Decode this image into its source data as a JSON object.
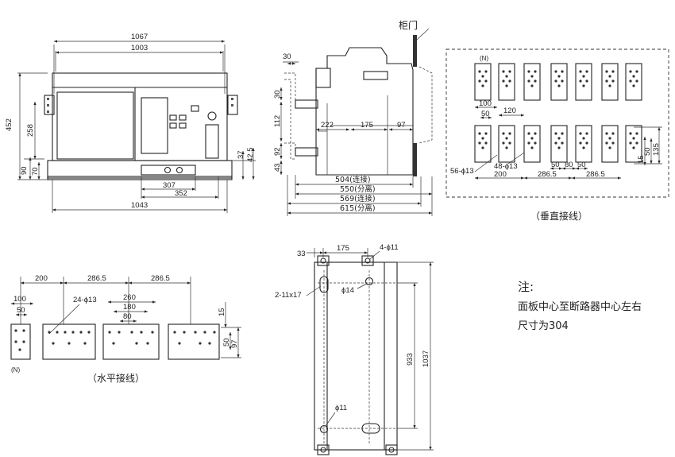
{
  "front_view": {
    "dims": {
      "w1067": "1067",
      "w1003": "1003",
      "h452": "452",
      "h258": "258",
      "h90": "90",
      "h70": "70",
      "h37": "37",
      "h42_5": "42.5",
      "w307": "307",
      "w352": "352",
      "w1043": "1043"
    }
  },
  "side_view": {
    "cabinet_door": "柜门",
    "dims": {
      "d30a": "30",
      "d30b": "30",
      "d112": "112",
      "d92": "92",
      "d43": "43",
      "d222": "222",
      "d175": "175",
      "d97": "97",
      "d504": "504(连接)",
      "d550": "550(分离)",
      "d569": "569(连接)",
      "d615": "615(分离)"
    }
  },
  "vertical_wiring": {
    "n_label": "(N)",
    "dims": {
      "d100": "100",
      "d50": "50",
      "d120": "120",
      "holes56": "56-ϕ13",
      "holes48": "48-ϕ13",
      "d200": "200",
      "d286_5a": "286.5",
      "d286_5b": "286.5",
      "d50b": "50",
      "d80": "80",
      "d50c": "50",
      "d15": "15",
      "d50v": "50",
      "d135": "135"
    },
    "caption": "（垂直接线）"
  },
  "horizontal_wiring": {
    "n_label": "(N)",
    "dims": {
      "d200": "200",
      "d286_5a": "286.5",
      "d286_5b": "286.5",
      "d100": "100",
      "d50": "50",
      "holes24": "24-ϕ13",
      "d260": "260",
      "d180": "180",
      "d80": "80",
      "d15": "15",
      "d50v": "50",
      "d97": "97"
    },
    "caption": "（水平接线）"
  },
  "mounting_plate": {
    "dims": {
      "d33": "33",
      "d175": "175",
      "holes4": "4-ϕ11",
      "slot": "2-11x17",
      "phi14": "ϕ14",
      "phi11": "ϕ11",
      "d933": "933",
      "d1037": "1037"
    }
  },
  "note": {
    "title": "注:",
    "line1": "面板中心至断路器中心左右",
    "line2": "尺寸为304"
  }
}
